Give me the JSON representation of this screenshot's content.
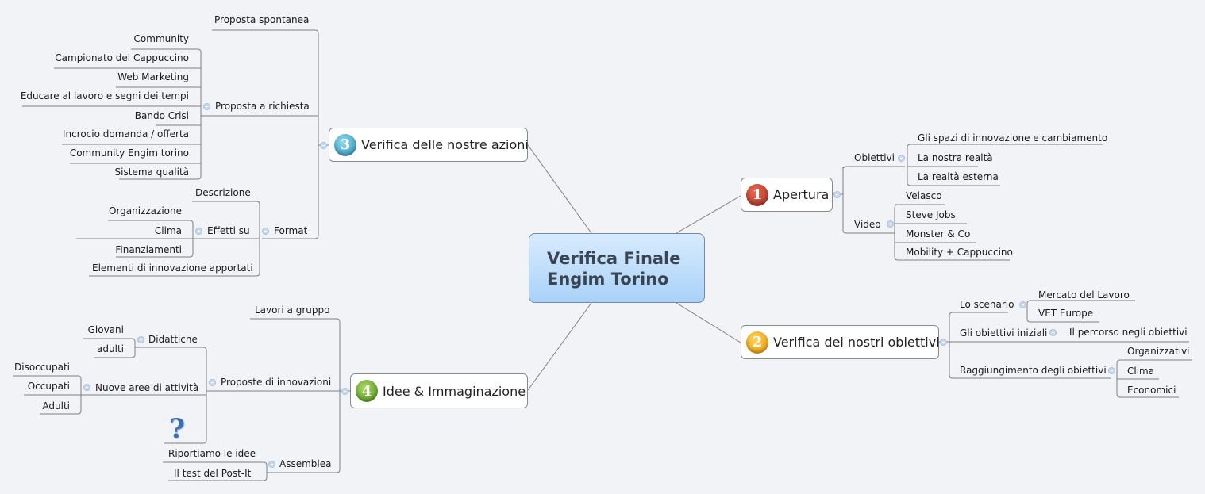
{
  "central": {
    "line1": "Verifica Finale",
    "line2": "Engim Torino",
    "color": "#a9d2f8"
  },
  "branches": {
    "apertura": {
      "number": "1",
      "label": "Apertura",
      "badge_color": "#c0392b",
      "obiettivi": {
        "label": "Obiettivi",
        "items": [
          "Gli spazi di innovazione e cambiamento",
          "La nostra realtà",
          "La realtà esterna"
        ]
      },
      "video": {
        "label": "Video",
        "items": [
          "Velasco",
          "Steve Jobs",
          "Monster & Co",
          "Mobility + Cappuccino"
        ]
      }
    },
    "obiettivi": {
      "number": "2",
      "label": "Verifica dei nostri obiettivi",
      "badge_color": "#f0a818",
      "scenario": {
        "label": "Lo scenario",
        "items": [
          "Mercato del Lavoro",
          "VET Europe"
        ]
      },
      "iniziali": {
        "label": "Gli obiettivi iniziali",
        "items": [
          "Il percorso negli obiettivi"
        ]
      },
      "raggiungimento": {
        "label": "Raggiungimento degli obiettivi",
        "items": [
          "Organizzativi",
          "Clima",
          "Economici"
        ]
      }
    },
    "azioni": {
      "number": "3",
      "label": "Verifica delle nostre azioni",
      "badge_color": "#3aa7c9",
      "spontanea": {
        "label": "Proposta spontanea"
      },
      "richiesta": {
        "label": "Proposta a richiesta",
        "items": [
          "Community",
          "Campionato del Cappuccino",
          "Web Marketing",
          "Educare al lavoro e segni dei tempi",
          "Bando Crisi",
          "Incrocio domanda / offerta",
          "Community Engim torino",
          "Sistema qualità"
        ]
      },
      "format": {
        "label": "Format",
        "descrizione": "Descrizione",
        "effetti": {
          "label": "Effetti su",
          "items": [
            "Organizzazione",
            "Clima",
            "Finanziamenti"
          ]
        },
        "elementi": "Elementi di innovazione apportati"
      }
    },
    "idee": {
      "number": "4",
      "label": "Idee & Immaginazione",
      "badge_color": "#6aaa2a",
      "lavori": {
        "label": "Lavori a gruppo"
      },
      "proposte": {
        "label": "Proposte di innovazioni",
        "didattiche": {
          "label": "Didattiche",
          "items": [
            "Giovani",
            "adulti"
          ]
        },
        "nuove": {
          "label": "Nuove aree di attività",
          "items": [
            "Disoccupati",
            "Occupati",
            "Adulti"
          ]
        },
        "icon": "question-mark-icon",
        "icon_glyph": "?"
      },
      "assemblea": {
        "label": "Assemblea",
        "items": [
          "Riportiamo le idee",
          "Il test del Post-It"
        ]
      }
    }
  }
}
